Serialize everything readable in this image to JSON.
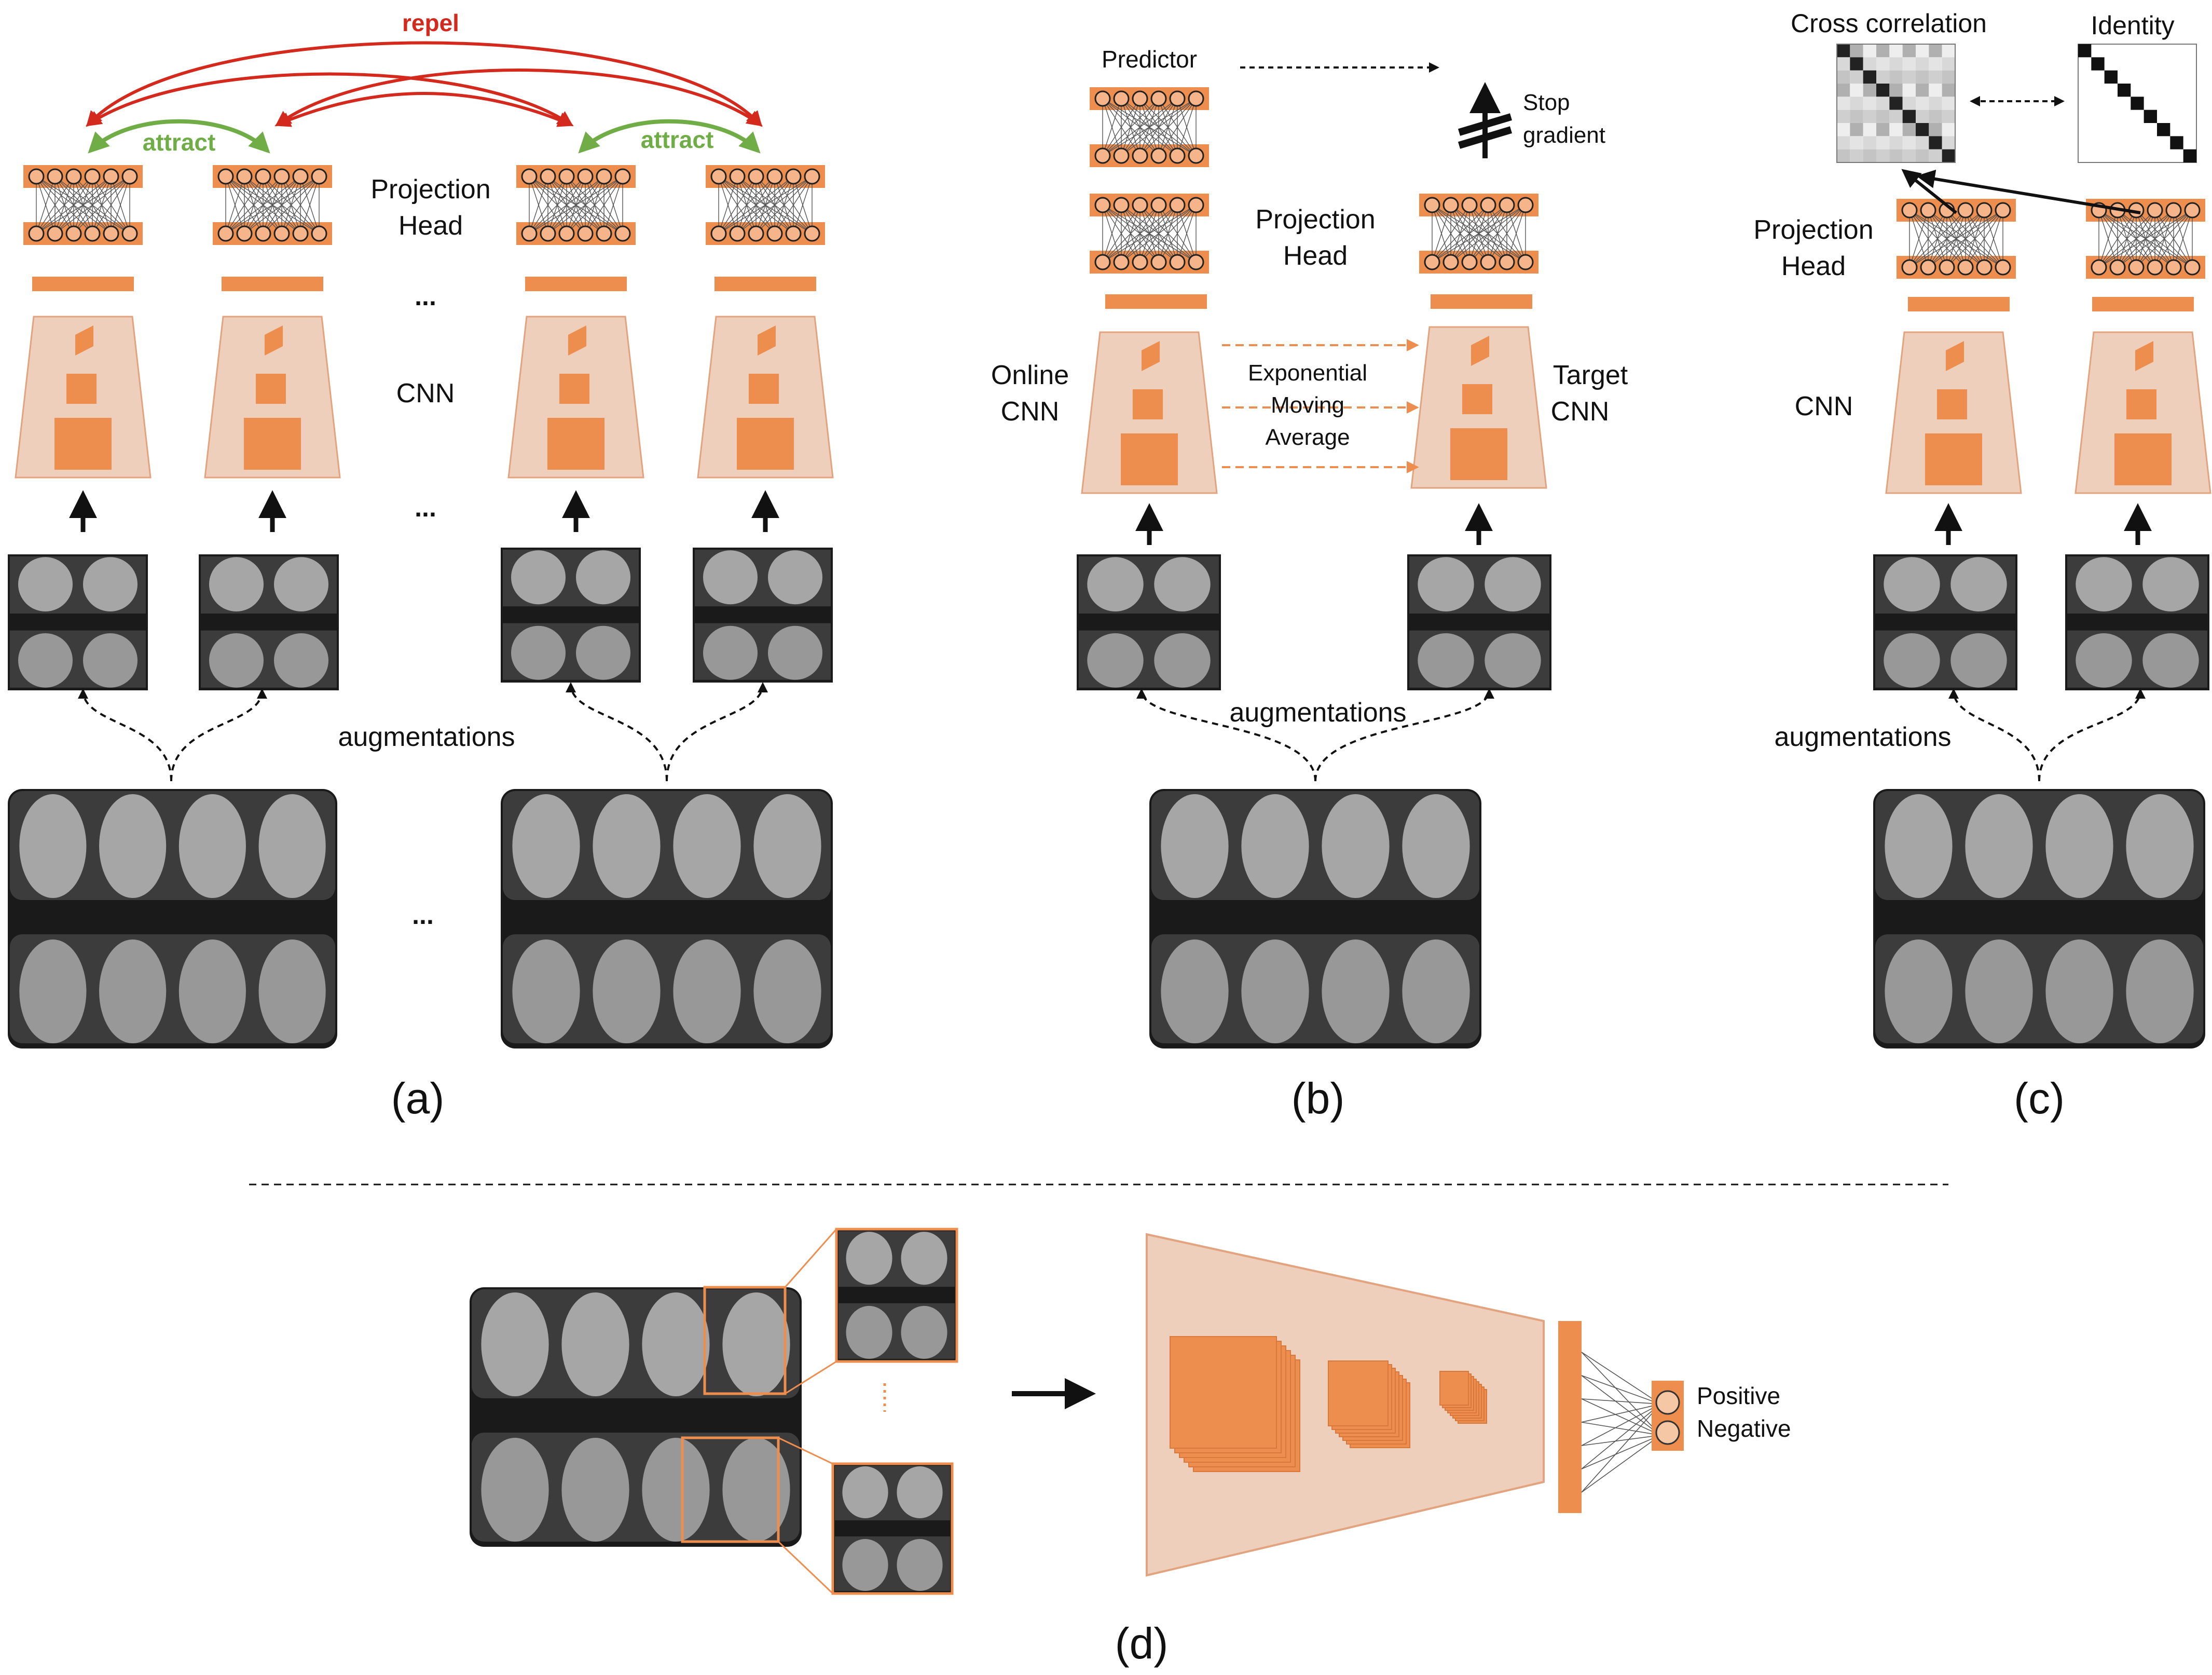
{
  "colors": {
    "orange": "#EE8E4E",
    "trap": "#EDCFBB",
    "repel": "#D42A1E",
    "attract": "#70AD47",
    "black": "#111111"
  },
  "panel_a": {
    "repel": "repel",
    "attract_left": "attract",
    "attract_right": "attract",
    "projection_head": [
      "Projection",
      "Head"
    ],
    "dots_head": "...",
    "cnn": "CNN",
    "dots_arrows": "...",
    "augmentations": "augmentations",
    "dots_images": "...",
    "caption": "(a)"
  },
  "panel_b": {
    "predictor": "Predictor",
    "stop_gradient": [
      "Stop",
      "gradient"
    ],
    "projection_head": [
      "Projection",
      "Head"
    ],
    "online_cnn": [
      "Online",
      "CNN"
    ],
    "ema": [
      "Exponential",
      "Moving",
      "Average"
    ],
    "target_cnn": [
      "Target",
      "CNN"
    ],
    "augmentations": "augmentations",
    "caption": "(b)"
  },
  "panel_c": {
    "cross_correlation": "Cross correlation",
    "identity": "Identity",
    "projection_head": [
      "Projection",
      "Head"
    ],
    "cnn": "CNN",
    "augmentations": "augmentations",
    "caption": "(c)"
  },
  "panel_d": {
    "positive": "Positive",
    "negative": "Negative",
    "caption": "(d)"
  }
}
